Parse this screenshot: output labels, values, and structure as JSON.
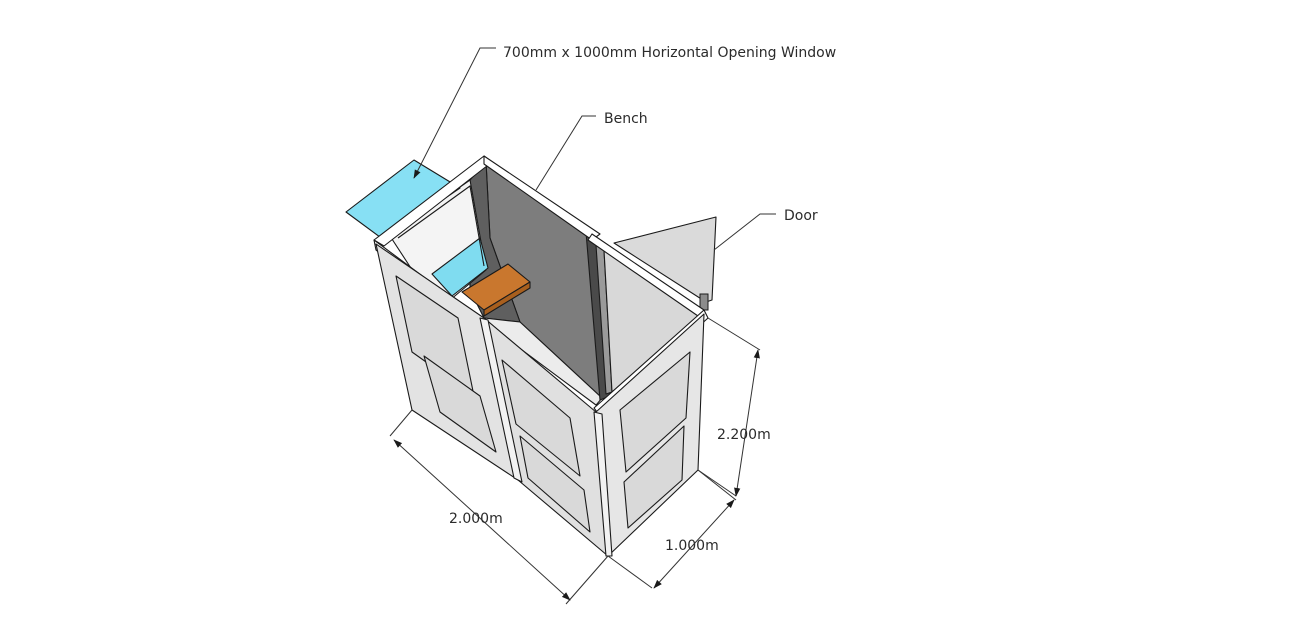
{
  "annotations": {
    "window": "700mm x 1000mm Horizontal Opening  Window",
    "bench": "Bench",
    "door": "Door"
  },
  "dimensions": {
    "length": "2.000m",
    "width": "1.000m",
    "height": "2.200m"
  },
  "colors": {
    "panel": "#dcdcdc",
    "panel_light": "#e6e6e6",
    "rim": "#ffffff",
    "inner_back": "#7a7a7a",
    "inner_dark": "#5e5e5e",
    "door": "#d6d6d6",
    "glass": "#7fdcf0",
    "bench_top": "#c9772e",
    "bench_side": "#a85f1e",
    "line": "#1a1a1a"
  }
}
